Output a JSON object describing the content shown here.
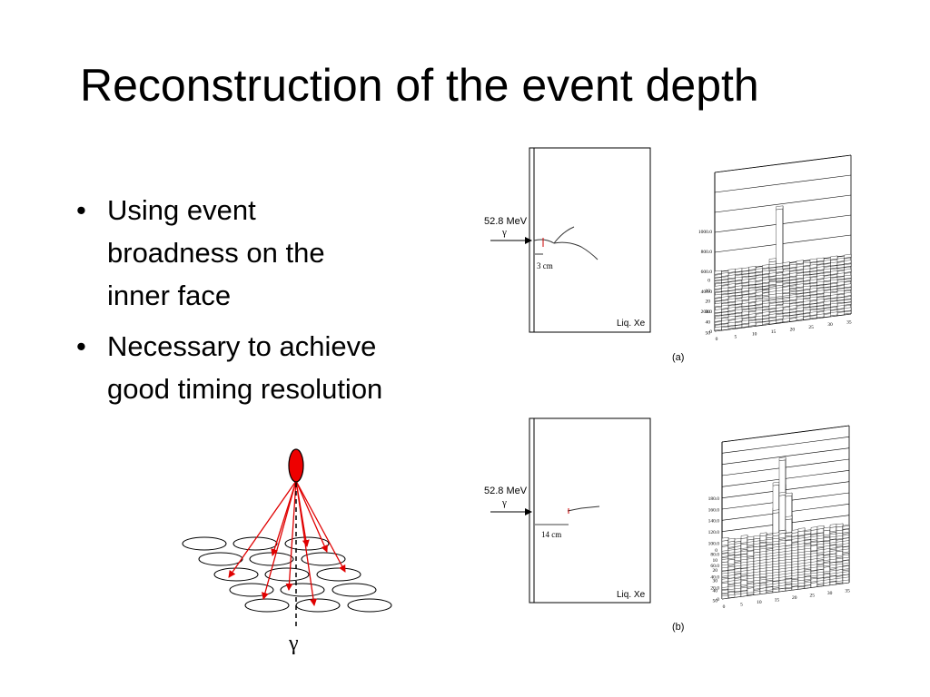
{
  "title": "Reconstruction of the event depth",
  "bullets": [
    {
      "marker": "•",
      "lines": [
        "Using event",
        "broadness on the",
        "inner face"
      ]
    },
    {
      "marker": "•",
      "lines": [
        "Necessary to achieve",
        "good timing resolution"
      ]
    }
  ],
  "gamma_symbol": "γ",
  "panels": [
    {
      "energy_label": "52.8 MeV",
      "gamma_symbol": "γ",
      "distance_label": "3 cm",
      "medium_label": "Liq. Xe",
      "panel_label": "(a)",
      "zticks": [
        "1000.0",
        "800.0",
        "600.0",
        "400.0",
        "200.0",
        "0"
      ],
      "xticks": [
        "0",
        "5",
        "10",
        "15",
        "20",
        "25",
        "30",
        "35"
      ],
      "yticks": [
        "50",
        "40",
        "30",
        "20",
        "10",
        "0"
      ]
    },
    {
      "energy_label": "52.8 MeV",
      "gamma_symbol": "γ",
      "distance_label": "14 cm",
      "medium_label": "Liq. Xe",
      "panel_label": "(b)",
      "zticks": [
        "180.0",
        "160.0",
        "140.0",
        "120.0",
        "100.0",
        "80.0",
        "60.0",
        "40.0",
        "20.0",
        "0"
      ],
      "xticks": [
        "0",
        "5",
        "10",
        "15",
        "20",
        "25",
        "30",
        "35"
      ],
      "yticks": [
        "50",
        "40",
        "30",
        "20",
        "10",
        "0"
      ]
    }
  ],
  "colors": {
    "rays": "#e00000",
    "source": "#ee0000",
    "line": "#000000"
  }
}
